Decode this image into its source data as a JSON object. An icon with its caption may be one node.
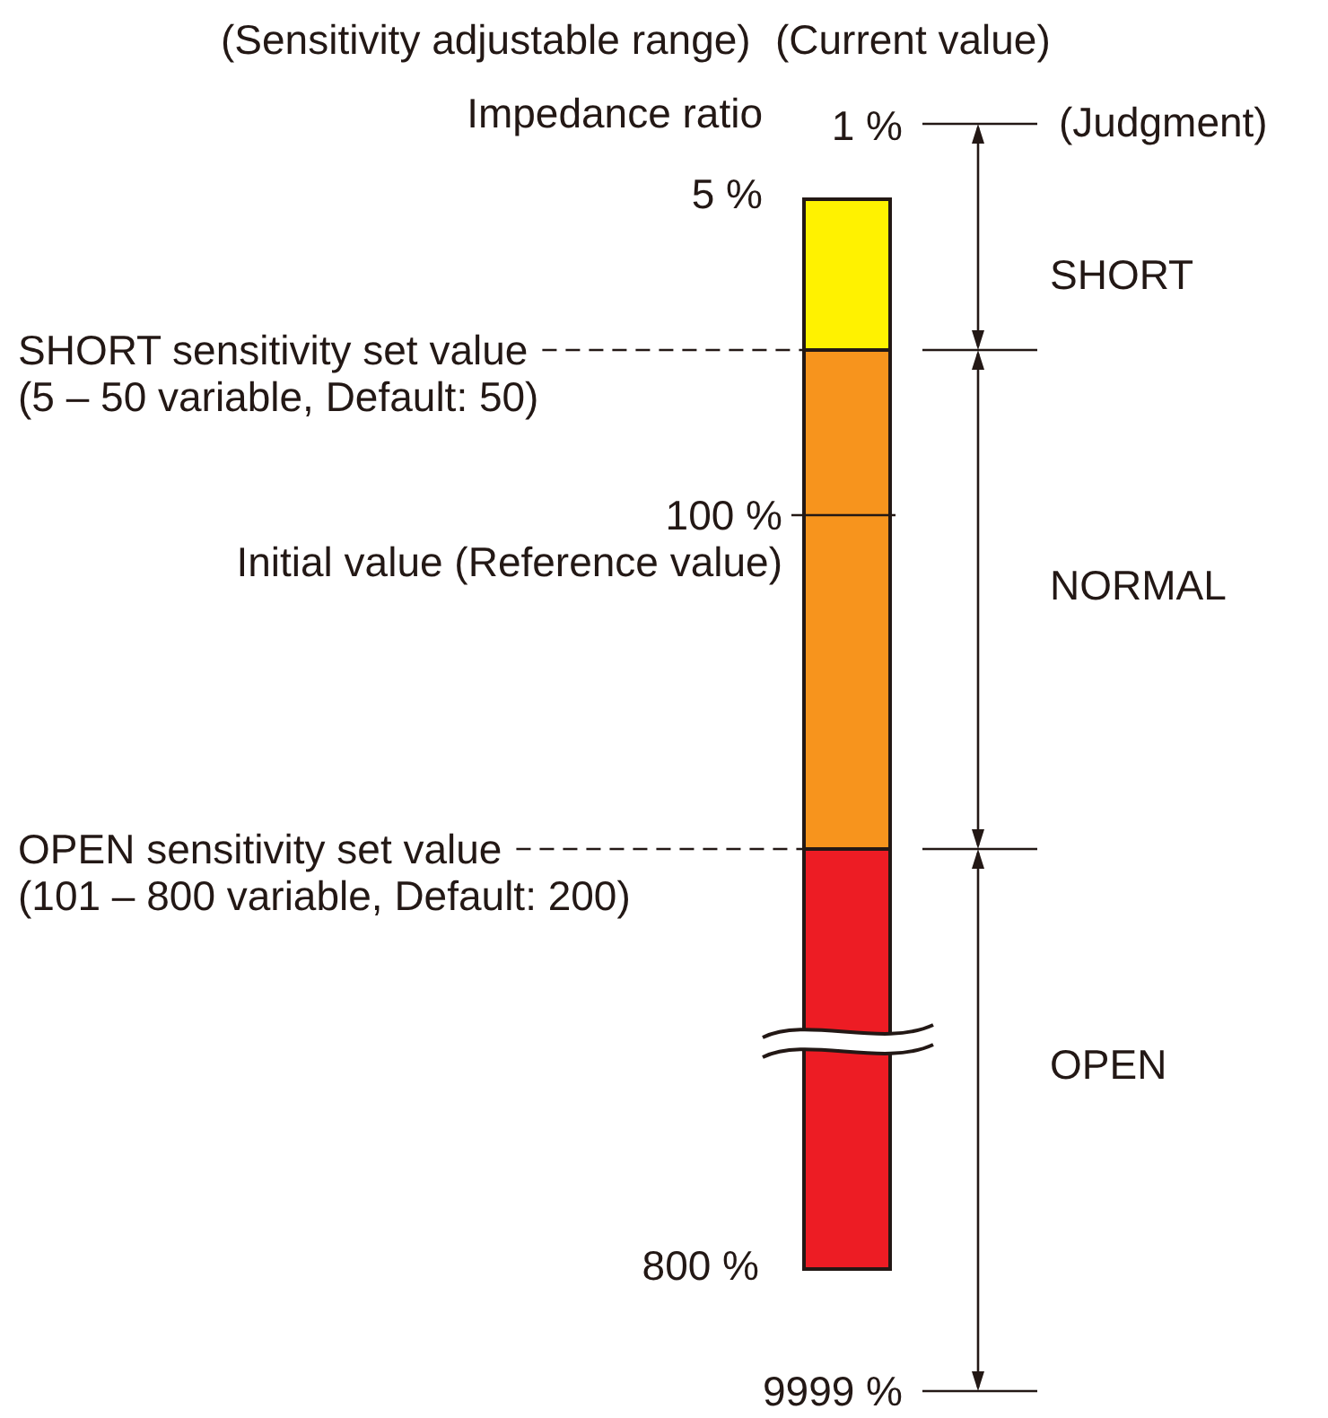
{
  "diagram": {
    "nodes": [
      {
        "text": [
          "SHORT sensitivity set value",
          "(5 – 50 variable, Default: 50)"
        ]
      },
      {
        "text": [
          "OPEN sensitivity set value",
          "(101 – 800 variable, Default: 200)"
        ]
      },
      {
        "text": [],
        "shape": "bar"
      },
      {
        "text": [],
        "shape": "bar"
      },
      {
        "text": [],
        "shape": "bar"
      }
    ],
    "edges": [
      {
        "from": 0,
        "to": 3,
        "arrow": "none",
        "style": "dashed"
      },
      {
        "from": 1,
        "to": 4,
        "arrow": "none",
        "style": "dashed"
      }
    ],
    "labels": [
      "(Sensitivity adjustable range)",
      "(Current value)",
      "Impedance ratio",
      "1 %",
      "(Judgment)",
      "5 %",
      "SHORT",
      "100 %",
      "Initial value (Reference value)",
      "NORMAL",
      "OPEN",
      "800 %",
      "9999 %"
    ]
  }
}
